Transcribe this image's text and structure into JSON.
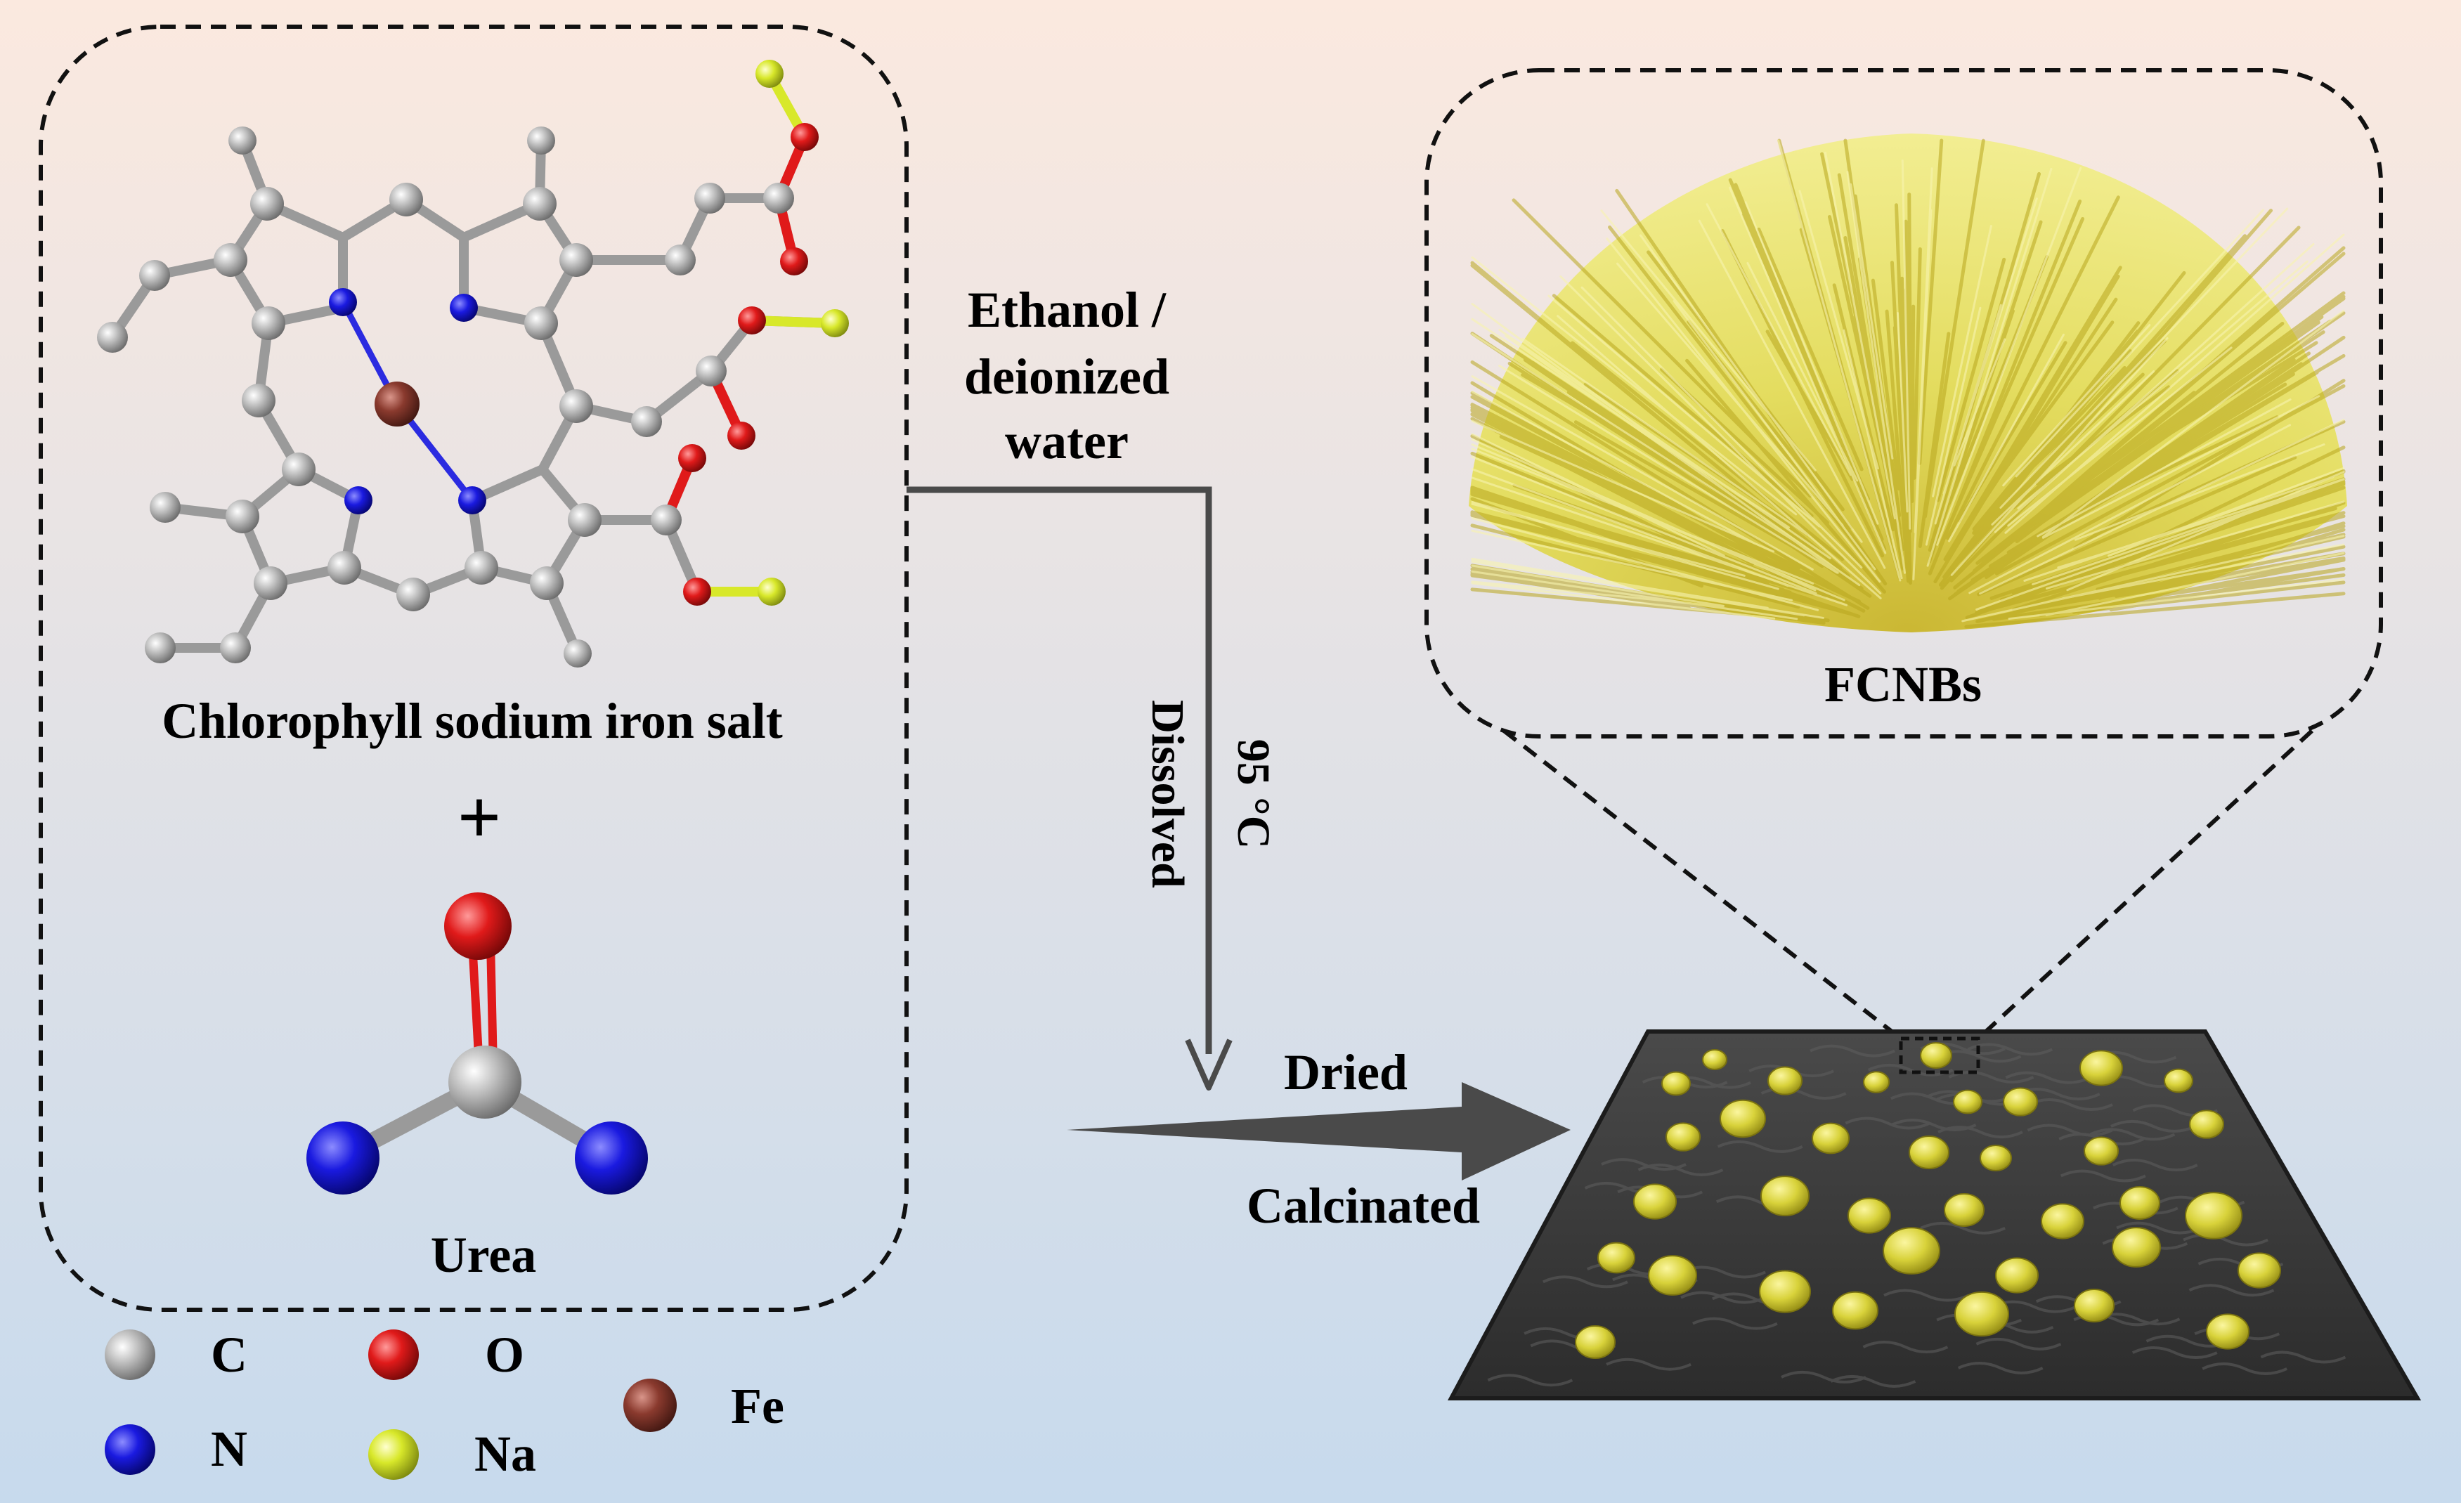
{
  "labels": {
    "molecule": "Chlorophyll sodium iron salt",
    "plus": "+",
    "urea": "Urea",
    "solvent_line1": "Ethanol /",
    "solvent_line2": "deionized",
    "solvent_line3": "water",
    "dissolved": "Dissolved",
    "temperature": "95 °C",
    "dried": "Dried",
    "calcinated": "Calcinated",
    "product": "FCNBs"
  },
  "legend": [
    {
      "symbol": "C",
      "color": "#9e9e9e"
    },
    {
      "symbol": "N",
      "color": "#1a1ae0"
    },
    {
      "symbol": "O",
      "color": "#e01a1a"
    },
    {
      "symbol": "Na",
      "color": "#d8e82a"
    },
    {
      "symbol": "Fe",
      "color": "#8a3a2e"
    }
  ],
  "colors": {
    "bg_top": "#fbe9df",
    "bg_bottom": "#c7daed",
    "bond": "#9a9a9a",
    "carbon_sheet": "#3a3a3a",
    "particle": "#d8d23a",
    "bundle": "#e6df55"
  }
}
